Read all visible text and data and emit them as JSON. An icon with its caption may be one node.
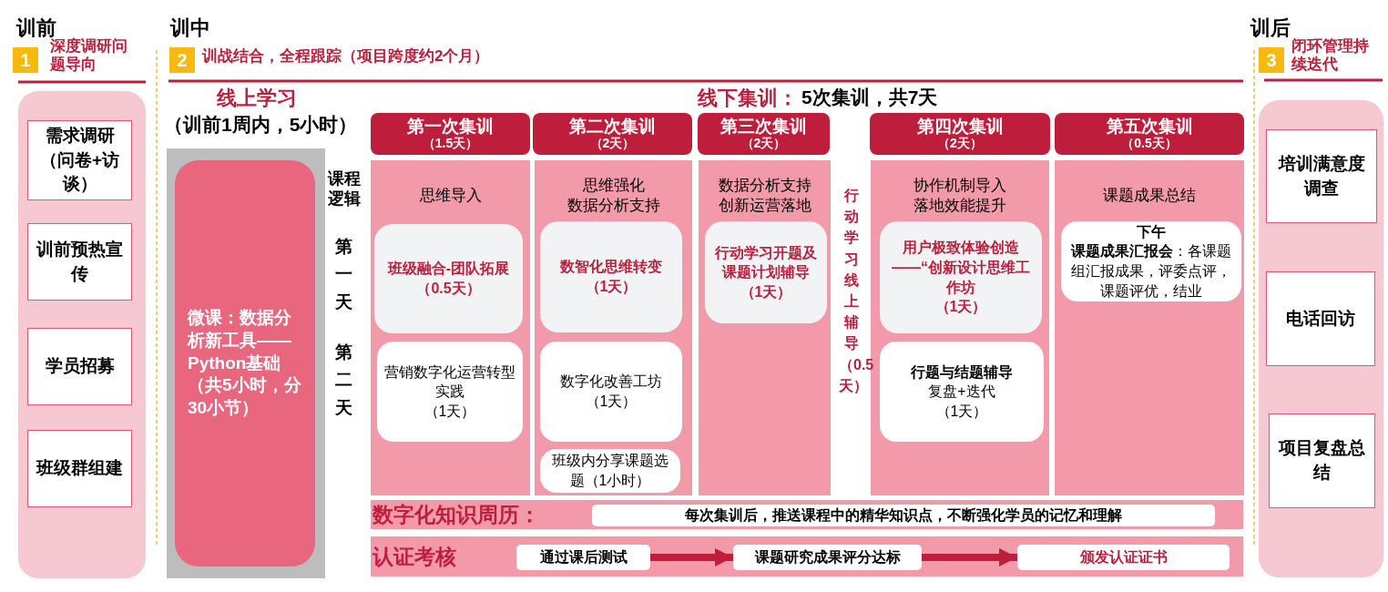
{
  "diagram": {
    "nodes": [
      {
        "text": [],
        "shape": "box"
      },
      {
        "text": [
          "需求调研（问卷+访谈）"
        ],
        "in": 0
      },
      {
        "text": [
          "训前预热宣传"
        ],
        "in": 0
      },
      {
        "text": [
          "学员招募"
        ],
        "in": 0
      },
      {
        "text": [
          "班级群组建"
        ],
        "in": 0
      },
      {
        "text": [],
        "shape": "box"
      },
      {
        "text": [
          "微课：数据分析新工具——Python基础（共5小时，分30小节）"
        ],
        "in": 5
      },
      {
        "text": [
          "第一次集训",
          "（1.5天）"
        ]
      },
      {
        "text": [
          "思维导入"
        ]
      },
      {
        "text": [
          "班级融合-团队拓展",
          "（0.5天）"
        ],
        "in": 8
      },
      {
        "text": [
          "营销数字化运营转型实践",
          "（1天）"
        ],
        "in": 8
      },
      {
        "text": [
          "第二次集训",
          "（2天）"
        ]
      },
      {
        "text": [
          "思维强化",
          "数据分析支持"
        ]
      },
      {
        "text": [
          "数智化思维转变",
          "（1天）"
        ],
        "in": 12
      },
      {
        "text": [
          "数字化改善工坊",
          "（1天）"
        ],
        "in": 12
      },
      {
        "text": [
          "班级内分享课题选题（1小时）"
        ],
        "in": 12
      },
      {
        "text": [
          "第三次集训",
          "（2天）"
        ]
      },
      {
        "text": [
          "数据分析支持",
          "创新运营落地"
        ]
      },
      {
        "text": [
          "行动学习开题及课题计划辅导",
          "（1天）"
        ],
        "in": 17
      },
      {
        "text": [
          "第四次集训",
          "（2天）"
        ]
      },
      {
        "text": [
          "协作机制导入",
          "落地效能提升"
        ]
      },
      {
        "text": [
          "用户极致体验创造——“创新设计思维工作坊",
          "（1天）"
        ],
        "in": 20
      },
      {
        "text": [
          "行题与结题辅导",
          "复盘+迭代",
          "（1天）"
        ],
        "in": 20
      },
      {
        "text": [
          "第五次集训",
          "（0.5天）"
        ]
      },
      {
        "text": [
          "课题成果总结"
        ]
      },
      {
        "text": [
          "下午",
          "**课题成果汇报会**：各课题组汇报成果，评委点评，课题评优，结业"
        ],
        "in": 24
      },
      {
        "text": [
          "数字化知识周历："
        ]
      },
      {
        "text": [
          "每次集训后，推送课程中的精华知识点，不断强化学员的记忆和理解"
        ],
        "in": 26
      },
      {
        "text": [
          "认证考核"
        ]
      },
      {
        "text": [
          "通过课后测试"
        ],
        "in": 28
      },
      {
        "text": [
          "课题研究成果评分达标"
        ],
        "in": 28
      },
      {
        "text": [
          "颁发认证证书"
        ],
        "in": 28
      },
      {
        "text": [],
        "shape": "box"
      },
      {
        "text": [
          "培训满意度调查"
        ],
        "in": 32
      },
      {
        "text": [
          "电话回访"
        ],
        "in": 32
      },
      {
        "text": [
          "项目复盘总结"
        ],
        "in": 32
      }
    ],
    "edges": [
      {
        "from": 29,
        "to": 30,
        "arrow": "to"
      },
      {
        "from": 30,
        "to": 31,
        "arrow": "to"
      }
    ],
    "labels": [
      "训前",
      "1",
      "深度调研问题导向",
      "训中",
      "2",
      "训战结合，全程跟踪（项目跨度约2个月）",
      "线上学习",
      "（训前1周内，5小时）",
      "线下集训：",
      "5次集训，共7天",
      "课程逻辑",
      "第一天",
      "第二天",
      "行动学习线上辅导（0.5天）",
      "训后",
      "3",
      "闭环管理持续迭代"
    ]
  }
}
